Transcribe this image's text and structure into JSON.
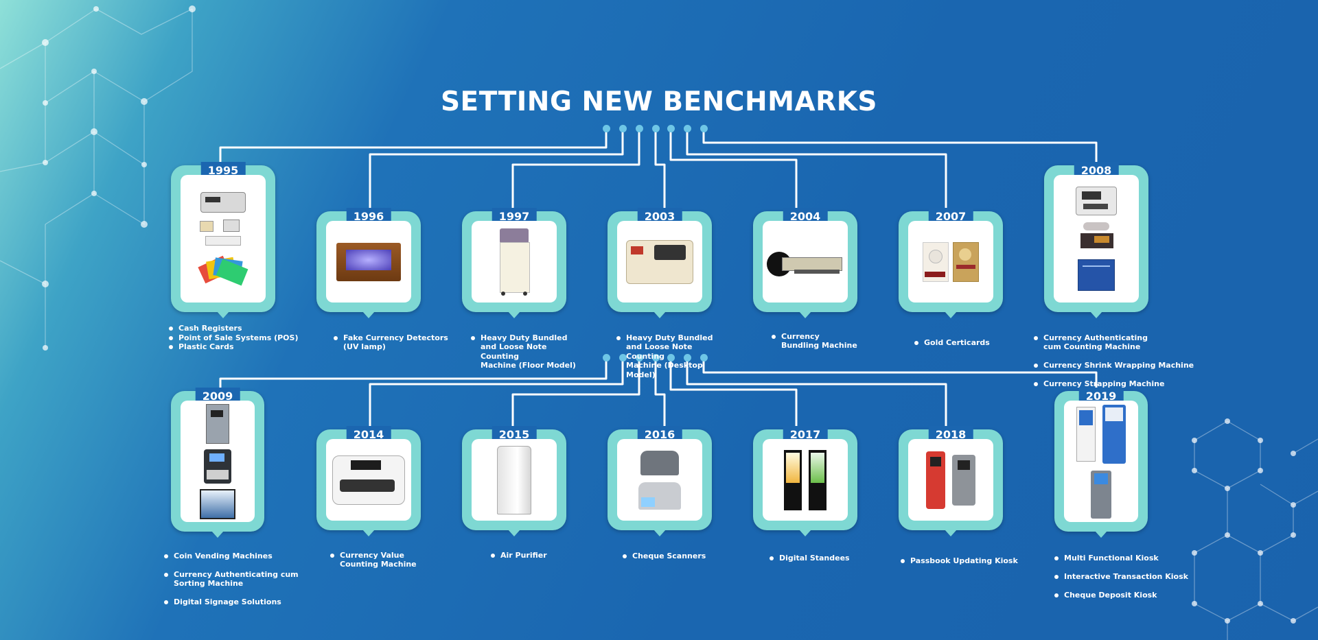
{
  "title": "SETTING NEW BENCHMARKS",
  "colors": {
    "accent": "#7ed8d3",
    "background": "#1a66b0",
    "connector": "#ffffff",
    "node": "#6ec6e6"
  },
  "milestones_top": [
    {
      "year": "1995",
      "items": [
        "Cash Registers",
        "Point of Sale Systems (POS)",
        "Plastic Cards"
      ],
      "icons": [
        "cash-register-icon",
        "pos-system-icon",
        "plastic-cards-icon"
      ]
    },
    {
      "year": "1996",
      "items": [
        "Fake Currency Detectors\n(UV lamp)"
      ],
      "icons": [
        "uv-detector-icon"
      ]
    },
    {
      "year": "1997",
      "items": [
        "Heavy Duty Bundled\nand Loose Note Counting\nMachine (Floor Model)"
      ],
      "icons": [
        "floor-counting-machine-icon"
      ]
    },
    {
      "year": "2003",
      "items": [
        "Heavy Duty Bundled\nand Loose Note Counting\nMachine (Desktop Model)"
      ],
      "icons": [
        "desktop-counting-machine-icon"
      ]
    },
    {
      "year": "2004",
      "items": [
        "Currency\nBundling Machine"
      ],
      "icons": [
        "bundling-machine-icon"
      ]
    },
    {
      "year": "2007",
      "items": [
        "Gold Certicards"
      ],
      "icons": [
        "gold-certicard-icon"
      ]
    },
    {
      "year": "2008",
      "items": [
        "Currency Authenticating\ncum Counting Machine",
        "Currency Shrink Wrapping Machine",
        "Currency Strapping Machine"
      ],
      "icons": [
        "counting-machine-icon",
        "shrink-wrap-machine-icon",
        "strapping-machine-icon"
      ]
    }
  ],
  "milestones_bottom": [
    {
      "year": "2009",
      "items": [
        "Coin Vending Machines",
        "Currency Authenticating cum\nSorting Machine",
        "Digital Signage Solutions"
      ],
      "icons": [
        "coin-vending-icon",
        "sorting-machine-icon",
        "digital-signage-icon"
      ]
    },
    {
      "year": "2014",
      "items": [
        "Currency Value\nCounting Machine"
      ],
      "icons": [
        "value-counting-machine-icon"
      ]
    },
    {
      "year": "2015",
      "items": [
        "Air Purifier"
      ],
      "icons": [
        "air-purifier-icon"
      ]
    },
    {
      "year": "2016",
      "items": [
        "Cheque Scanners"
      ],
      "icons": [
        "cheque-scanner-icon"
      ]
    },
    {
      "year": "2017",
      "items": [
        "Digital Standees"
      ],
      "icons": [
        "digital-standee-icon"
      ]
    },
    {
      "year": "2018",
      "items": [
        "Passbook Updating Kiosk"
      ],
      "icons": [
        "passbook-kiosk-icon"
      ]
    },
    {
      "year": "2019",
      "items": [
        "Multi Functional Kiosk",
        "Interactive Transaction Kiosk",
        "Cheque Deposit Kiosk"
      ],
      "icons": [
        "multi-kiosk-icon",
        "transaction-kiosk-icon",
        "cheque-kiosk-icon"
      ]
    }
  ]
}
